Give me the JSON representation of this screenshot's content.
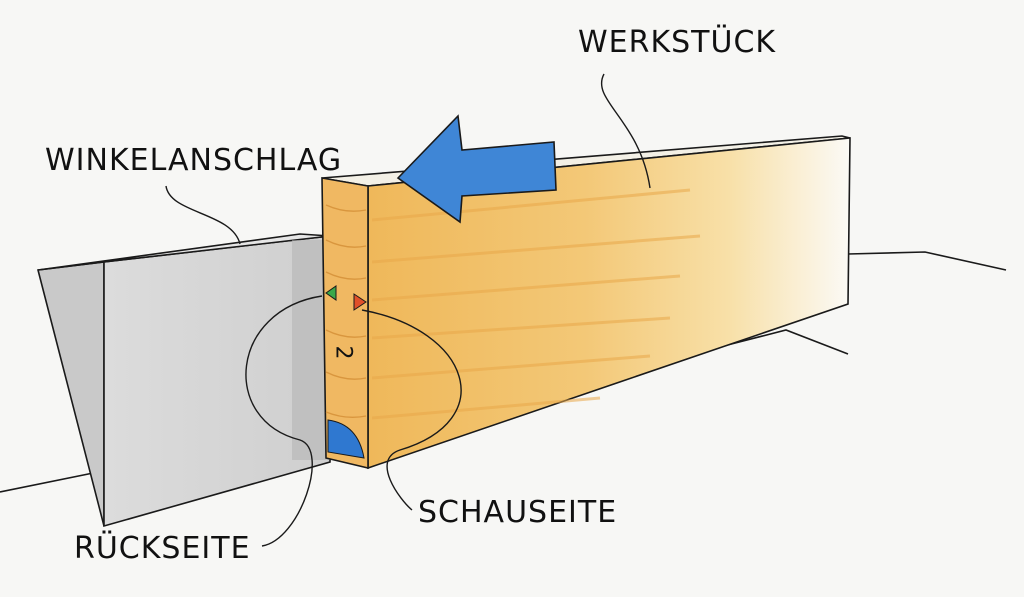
{
  "labels": {
    "werkstueck": "WERKSTÜCK",
    "winkelanschlag": "WINKELANSCHLAG",
    "schauseite": "SCHAUSEITE",
    "rueckseite": "RÜCKSEITE",
    "face_mark": "2"
  },
  "colors": {
    "background": "#f7f7f5",
    "fence": "#d7d7d7",
    "wood": "#f1c16c",
    "wood_light": "#f8dea2",
    "arrow": "#3f86d6",
    "marker_green": "#3aa84a",
    "marker_red": "#e0502a",
    "corner_mark": "#2f78d0",
    "outline": "#1a1a1a"
  }
}
